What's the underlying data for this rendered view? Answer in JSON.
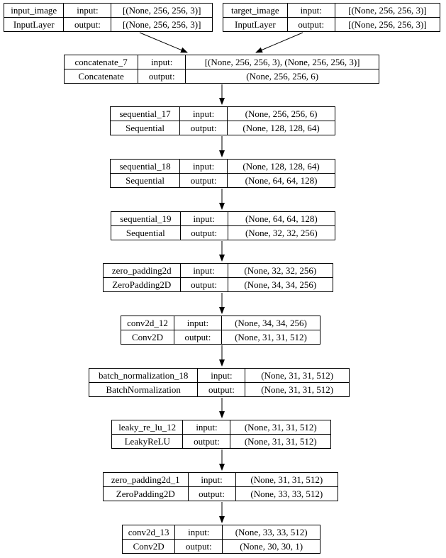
{
  "diagram": {
    "title": "keras-model-plot",
    "background_color": "#ffffff",
    "border_color": "#000000",
    "text_color": "#000000",
    "arrow_color": "#000000"
  },
  "labels": {
    "input": "input:",
    "output": "output:"
  },
  "nodes": [
    {
      "id": "input_image",
      "name": "input_image",
      "type": "InputLayer",
      "input": "[(None, 256, 256, 3)]",
      "output": "[(None, 256, 256, 3)]"
    },
    {
      "id": "target_image",
      "name": "target_image",
      "type": "InputLayer",
      "input": "[(None, 256, 256, 3)]",
      "output": "[(None, 256, 256, 3)]"
    },
    {
      "id": "concatenate_7",
      "name": "concatenate_7",
      "type": "Concatenate",
      "input": "[(None, 256, 256, 3), (None, 256, 256, 3)]",
      "output": "(None, 256, 256, 6)"
    },
    {
      "id": "sequential_17",
      "name": "sequential_17",
      "type": "Sequential",
      "input": "(None, 256, 256, 6)",
      "output": "(None, 128, 128, 64)"
    },
    {
      "id": "sequential_18",
      "name": "sequential_18",
      "type": "Sequential",
      "input": "(None, 128, 128, 64)",
      "output": "(None, 64, 64, 128)"
    },
    {
      "id": "sequential_19",
      "name": "sequential_19",
      "type": "Sequential",
      "input": "(None, 64, 64, 128)",
      "output": "(None, 32, 32, 256)"
    },
    {
      "id": "zero_padding2d",
      "name": "zero_padding2d",
      "type": "ZeroPadding2D",
      "input": "(None, 32, 32, 256)",
      "output": "(None, 34, 34, 256)"
    },
    {
      "id": "conv2d_12",
      "name": "conv2d_12",
      "type": "Conv2D",
      "input": "(None, 34, 34, 256)",
      "output": "(None, 31, 31, 512)"
    },
    {
      "id": "batch_normalization_18",
      "name": "batch_normalization_18",
      "type": "BatchNormalization",
      "input": "(None, 31, 31, 512)",
      "output": "(None, 31, 31, 512)"
    },
    {
      "id": "leaky_re_lu_12",
      "name": "leaky_re_lu_12",
      "type": "LeakyReLU",
      "input": "(None, 31, 31, 512)",
      "output": "(None, 31, 31, 512)"
    },
    {
      "id": "zero_padding2d_1",
      "name": "zero_padding2d_1",
      "type": "ZeroPadding2D",
      "input": "(None, 31, 31, 512)",
      "output": "(None, 33, 33, 512)"
    },
    {
      "id": "conv2d_13",
      "name": "conv2d_13",
      "type": "Conv2D",
      "input": "(None, 33, 33, 512)",
      "output": "(None, 30, 30, 1)"
    }
  ],
  "edges": [
    {
      "from": "input_image",
      "to": "concatenate_7"
    },
    {
      "from": "target_image",
      "to": "concatenate_7"
    },
    {
      "from": "concatenate_7",
      "to": "sequential_17"
    },
    {
      "from": "sequential_17",
      "to": "sequential_18"
    },
    {
      "from": "sequential_18",
      "to": "sequential_19"
    },
    {
      "from": "sequential_19",
      "to": "zero_padding2d"
    },
    {
      "from": "zero_padding2d",
      "to": "conv2d_12"
    },
    {
      "from": "conv2d_12",
      "to": "batch_normalization_18"
    },
    {
      "from": "batch_normalization_18",
      "to": "leaky_re_lu_12"
    },
    {
      "from": "leaky_re_lu_12",
      "to": "zero_padding2d_1"
    },
    {
      "from": "zero_padding2d_1",
      "to": "conv2d_13"
    }
  ]
}
